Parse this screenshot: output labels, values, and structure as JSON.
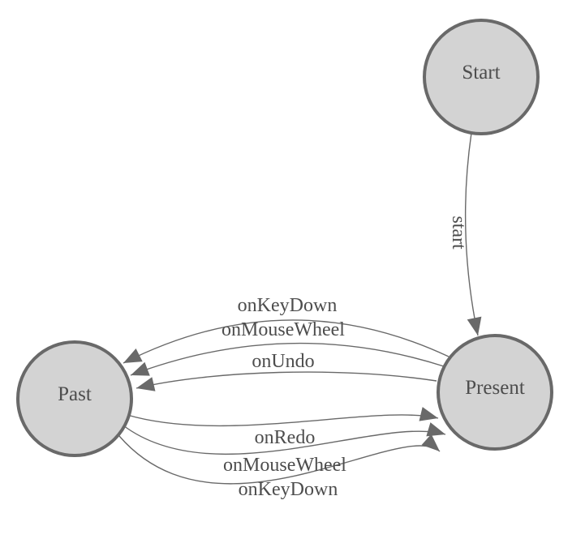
{
  "colors": {
    "background": "#ffffff",
    "node_fill": "#d3d3d3",
    "node_border": "#696969",
    "edge": "#696969",
    "label_text": "#4d4d4d"
  },
  "diagram": {
    "type": "state-machine",
    "nodes": [
      {
        "id": "Start",
        "label": "Start"
      },
      {
        "id": "Present",
        "label": "Present"
      },
      {
        "id": "Past",
        "label": "Past"
      }
    ],
    "edges": [
      {
        "from": "Start",
        "to": "Present",
        "label": "start"
      },
      {
        "from": "Present",
        "to": "Past",
        "label": "onKeyDown"
      },
      {
        "from": "Present",
        "to": "Past",
        "label": "onMouseWheel"
      },
      {
        "from": "Present",
        "to": "Past",
        "label": "onUndo"
      },
      {
        "from": "Past",
        "to": "Present",
        "label": "onRedo"
      },
      {
        "from": "Past",
        "to": "Present",
        "label": "onMouseWheel"
      },
      {
        "from": "Past",
        "to": "Present",
        "label": "onKeyDown"
      }
    ]
  }
}
